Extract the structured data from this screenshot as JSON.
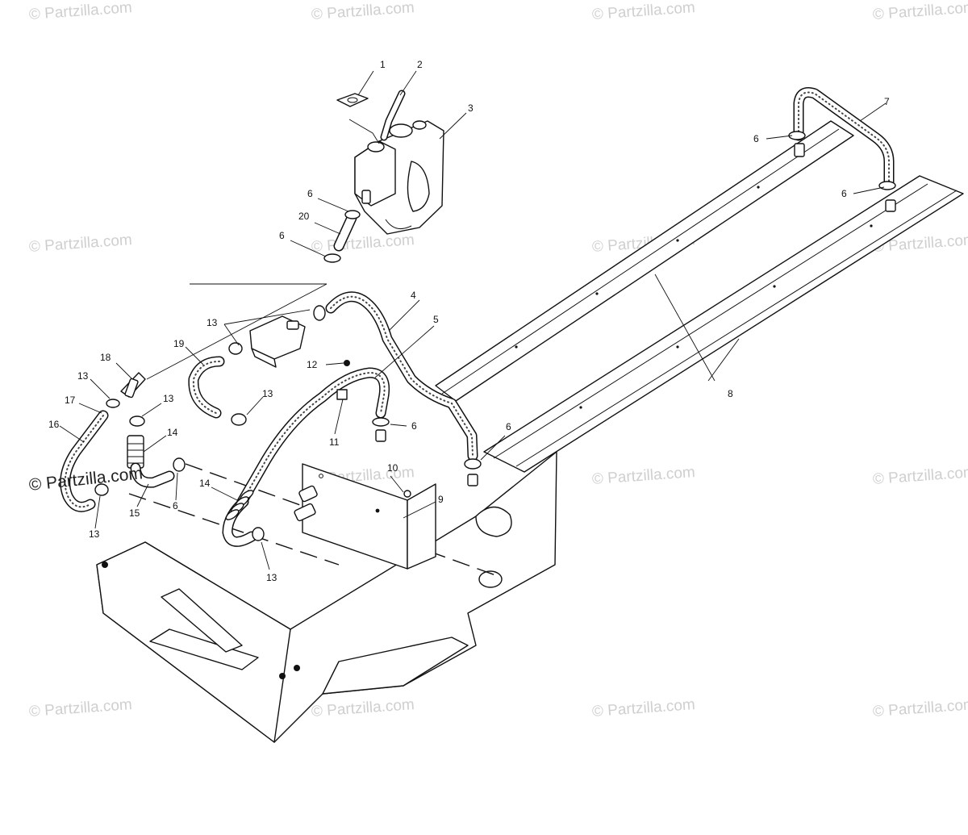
{
  "watermarks": {
    "brand_text": "© Partzilla.com",
    "strong_text": "© Partzilla.com"
  },
  "callouts": [
    {
      "id": "1",
      "text": "1"
    },
    {
      "id": "2",
      "text": "2"
    },
    {
      "id": "3",
      "text": "3"
    },
    {
      "id": "4",
      "text": "4"
    },
    {
      "id": "5",
      "text": "5"
    },
    {
      "id": "6a",
      "text": "6"
    },
    {
      "id": "6b",
      "text": "6"
    },
    {
      "id": "6c",
      "text": "6"
    },
    {
      "id": "6d",
      "text": "6"
    },
    {
      "id": "6e",
      "text": "6"
    },
    {
      "id": "6f",
      "text": "6"
    },
    {
      "id": "6g",
      "text": "6"
    },
    {
      "id": "7",
      "text": "7"
    },
    {
      "id": "8",
      "text": "8"
    },
    {
      "id": "9",
      "text": "9"
    },
    {
      "id": "10",
      "text": "10"
    },
    {
      "id": "11",
      "text": "11"
    },
    {
      "id": "12",
      "text": "12"
    },
    {
      "id": "13a",
      "text": "13"
    },
    {
      "id": "13b",
      "text": "13"
    },
    {
      "id": "13c",
      "text": "13"
    },
    {
      "id": "13d",
      "text": "13"
    },
    {
      "id": "13e",
      "text": "13"
    },
    {
      "id": "13f",
      "text": "13"
    },
    {
      "id": "14a",
      "text": "14"
    },
    {
      "id": "14b",
      "text": "14"
    },
    {
      "id": "15",
      "text": "15"
    },
    {
      "id": "16",
      "text": "16"
    },
    {
      "id": "17",
      "text": "17"
    },
    {
      "id": "18",
      "text": "18"
    },
    {
      "id": "19",
      "text": "19"
    },
    {
      "id": "20",
      "text": "20"
    }
  ]
}
